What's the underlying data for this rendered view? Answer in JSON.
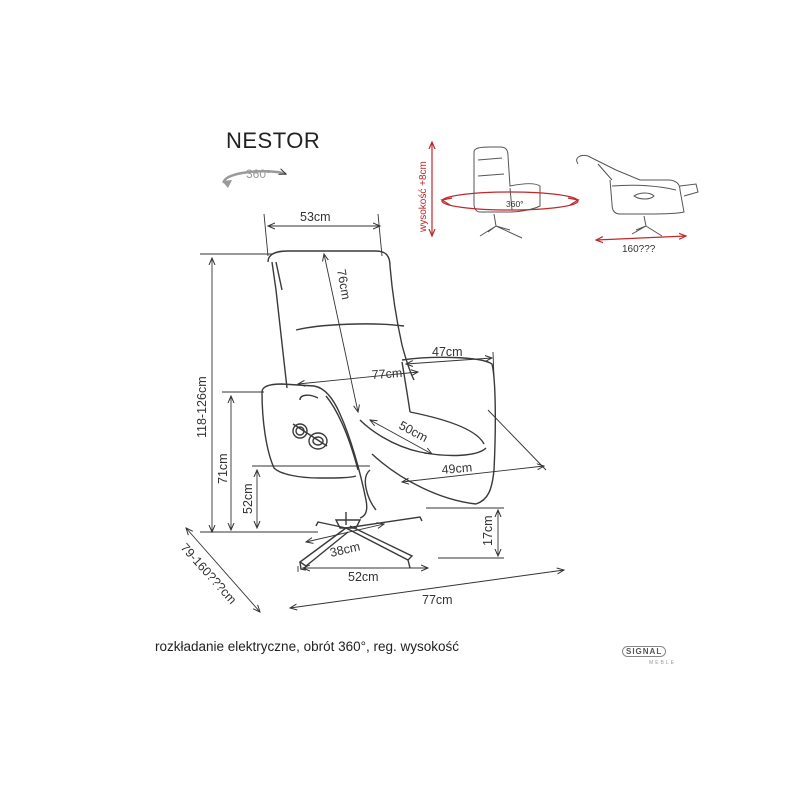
{
  "product": {
    "name": "NESTOR",
    "rotation_label": "360°",
    "caption": "rozkładanie elektryczne, obrót 360°, reg. wysokość"
  },
  "logo": {
    "main": "SIGNAL",
    "sub": "MEBLE"
  },
  "dimensions": {
    "back_width": "53cm",
    "back_height": "76cm",
    "arm_depth": "47cm",
    "inner_width": "77cm",
    "seat_depth": "50cm",
    "seat_width": "49cm",
    "total_height": "118-126cm",
    "arm_height": "71cm",
    "seat_height": "52cm",
    "base_height": "17cm",
    "base_leg": "38cm",
    "base_width": "52cm",
    "overall_width": "77cm",
    "total_depth": "79-160???cm"
  },
  "insets": {
    "height_adjust": "wysokość +8cm",
    "rotation": "360°",
    "recline_length": "160???"
  },
  "colors": {
    "line": "#3a3a3a",
    "dim": "#333333",
    "accent_red": "#c0282a",
    "gray_icon": "#9a9a9a"
  }
}
